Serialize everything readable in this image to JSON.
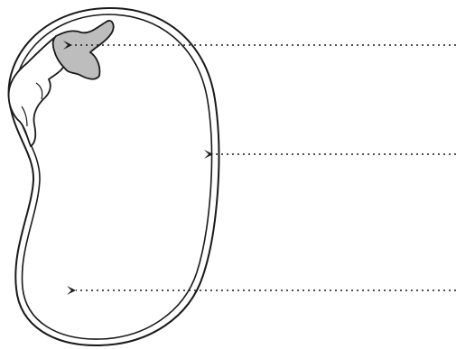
{
  "diagram": {
    "colors": {
      "stroke": "#1a1a1a",
      "highlight_fill": "#bdbdbd",
      "background": "#ffffff"
    },
    "parts": [
      {
        "name": "embryo-leaf",
        "highlighted": true
      },
      {
        "name": "seed-coat",
        "highlighted": false
      },
      {
        "name": "cotyledon",
        "highlighted": false
      }
    ],
    "label_lines": [
      {
        "label": ""
      },
      {
        "label": ""
      },
      {
        "label": ""
      }
    ]
  }
}
